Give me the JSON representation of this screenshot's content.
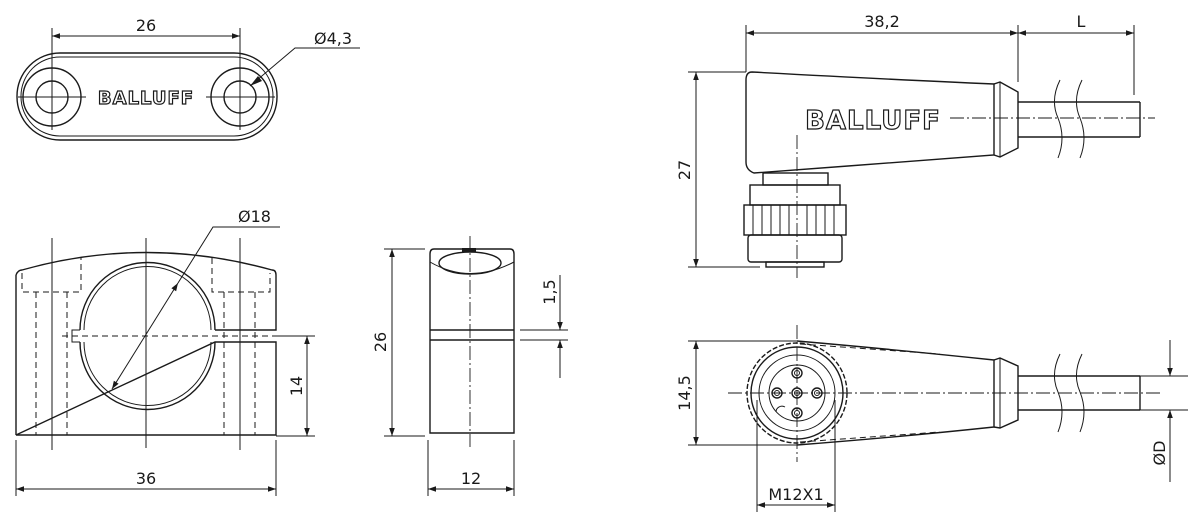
{
  "drawing": {
    "brand": "BALLUFF",
    "views": {
      "clip_top": {
        "dim_width": "26",
        "dim_hole": "Ø4,3"
      },
      "clip_front": {
        "dim_bore": "Ø18",
        "dim_height": "14",
        "dim_width": "36"
      },
      "clip_side": {
        "dim_height": "26",
        "dim_slot": "1,5",
        "dim_width": "12"
      },
      "connector_side": {
        "dim_length": "38,2",
        "dim_cable": "L",
        "dim_height": "27"
      },
      "connector_top": {
        "dim_height": "14,5",
        "dim_thread": "M12X1",
        "dim_cable_dia": "ØD"
      }
    },
    "colors": {
      "line": "#1a1a1a",
      "background": "#ffffff"
    }
  }
}
